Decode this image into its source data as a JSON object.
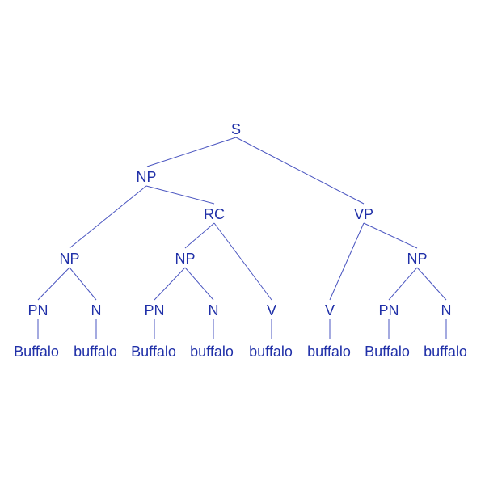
{
  "tree": {
    "nodes": {
      "s": "S",
      "np1": "NP",
      "rc": "RC",
      "vp": "VP",
      "np2": "NP",
      "np3": "NP",
      "np4": "NP",
      "pn1": "PN",
      "n1": "N",
      "pn2": "PN",
      "n2": "N",
      "v1": "V",
      "v2": "V",
      "pn3": "PN",
      "n3": "N"
    },
    "leaves": [
      "Buffalo",
      "buffalo",
      "Buffalo",
      "buffalo",
      "buffalo",
      "buffalo",
      "Buffalo",
      "buffalo"
    ]
  },
  "colors": {
    "text": "#2030a8",
    "edge": "#4a55c0"
  }
}
